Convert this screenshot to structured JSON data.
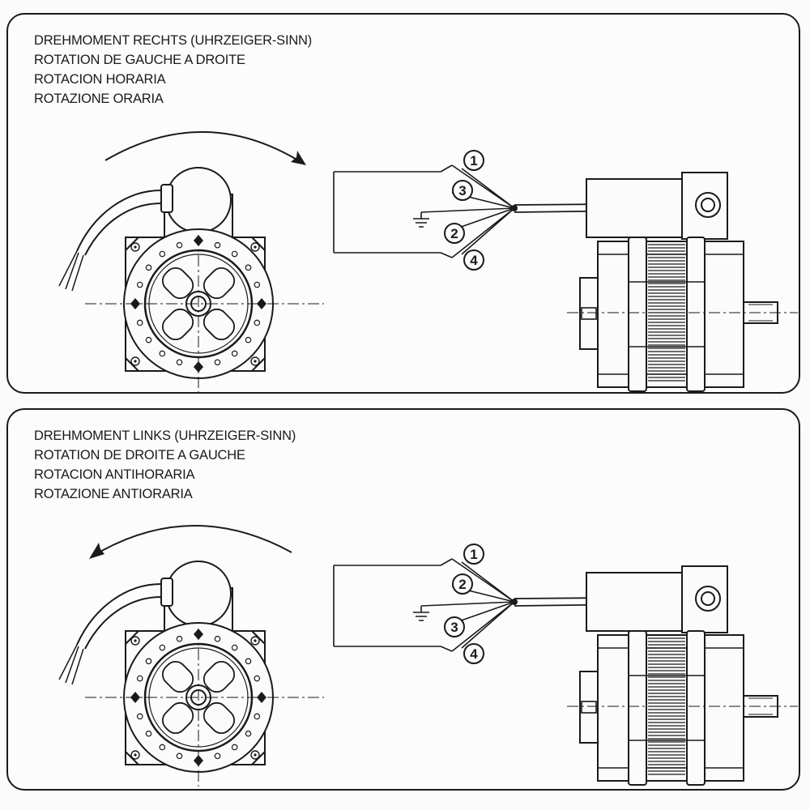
{
  "panels": [
    {
      "id": "clockwise",
      "direction": "clockwise",
      "labels": [
        "DREHMOMENT RECHTS (UHRZEIGER-SINN)",
        "ROTATION DE GAUCHE A DROITE",
        "ROTACION HORARIA",
        "ROTAZIONE ORARIA"
      ],
      "upper_wires": [
        "1",
        "3"
      ],
      "lower_wires": [
        "2",
        "4"
      ]
    },
    {
      "id": "counterclockwise",
      "direction": "counterclockwise",
      "labels": [
        "DREHMOMENT LINKS (UHRZEIGER-SINN)",
        "ROTATION DE DROITE A GAUCHE",
        "ROTACION ANTIHORARIA",
        "ROTAZIONE ANTIORARIA"
      ],
      "upper_wires": [
        "1",
        "2"
      ],
      "lower_wires": [
        "3",
        "4"
      ]
    }
  ],
  "icons": {
    "rotation_arrow": "curved-arrow-icon",
    "ground": "ground-symbol-icon",
    "motor_front": "motor-front-view",
    "motor_side": "motor-side-view"
  },
  "colors": {
    "line": "#1a1a1a",
    "paper": "#fbfbfb"
  }
}
